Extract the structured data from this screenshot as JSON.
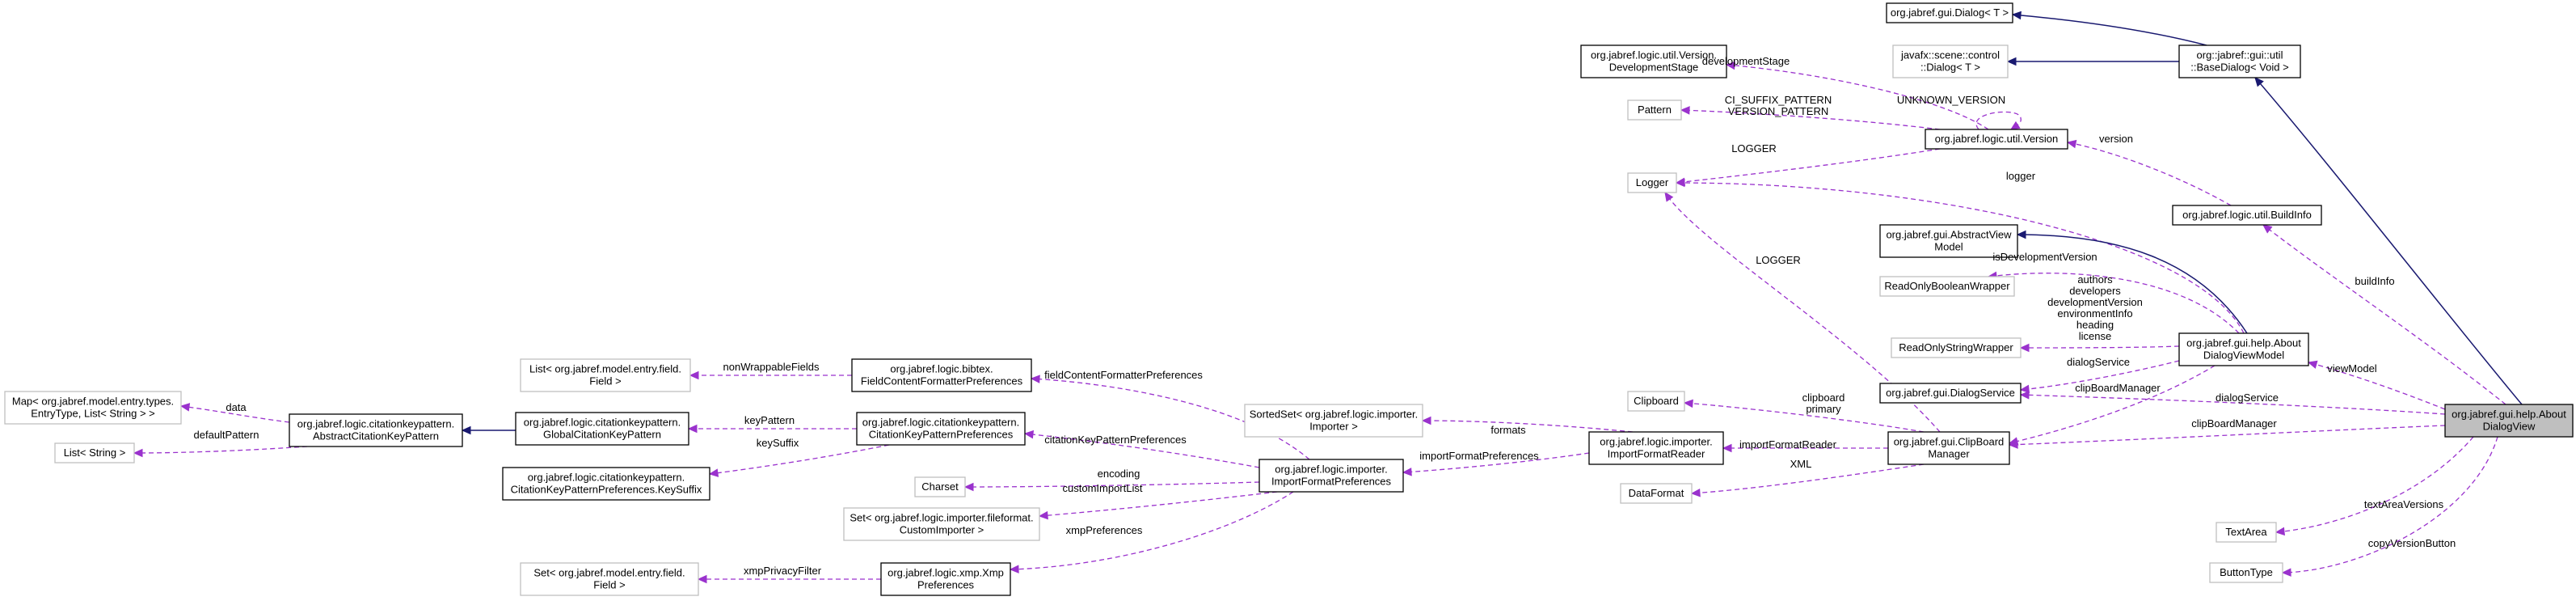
{
  "diagram": {
    "nodes": [
      {
        "id": "dialog_t",
        "lines": [
          "org.jabref.gui.Dialog< T >"
        ],
        "kind": "solid"
      },
      {
        "id": "javafx_dialog",
        "lines": [
          "javafx::scene::control",
          "::Dialog< T >"
        ],
        "kind": "external"
      },
      {
        "id": "base_dialog",
        "lines": [
          "org::jabref::gui::util",
          "::BaseDialog< Void >"
        ],
        "kind": "solid"
      },
      {
        "id": "version_stage",
        "lines": [
          "org.jabref.logic.util.Version.",
          "DevelopmentStage"
        ],
        "kind": "solid"
      },
      {
        "id": "pattern",
        "lines": [
          "Pattern"
        ],
        "kind": "external"
      },
      {
        "id": "version",
        "lines": [
          "org.jabref.logic.util.Version"
        ],
        "kind": "solid"
      },
      {
        "id": "logger",
        "lines": [
          "Logger"
        ],
        "kind": "external"
      },
      {
        "id": "build_info",
        "lines": [
          "org.jabref.logic.util.BuildInfo"
        ],
        "kind": "solid"
      },
      {
        "id": "abstract_view_model",
        "lines": [
          "org.jabref.gui.AbstractView",
          "Model"
        ],
        "kind": "solid"
      },
      {
        "id": "ro_boolean",
        "lines": [
          "ReadOnlyBooleanWrapper"
        ],
        "kind": "external"
      },
      {
        "id": "ro_string",
        "lines": [
          "ReadOnlyStringWrapper"
        ],
        "kind": "external"
      },
      {
        "id": "about_vm",
        "lines": [
          "org.jabref.gui.help.About",
          "DialogViewModel"
        ],
        "kind": "solid"
      },
      {
        "id": "dialog_service",
        "lines": [
          "org.jabref.gui.DialogService"
        ],
        "kind": "solid"
      },
      {
        "id": "about_view",
        "lines": [
          "org.jabref.gui.help.About",
          "DialogView"
        ],
        "kind": "focus"
      },
      {
        "id": "clipboard",
        "lines": [
          "Clipboard"
        ],
        "kind": "external"
      },
      {
        "id": "clipboard_manager",
        "lines": [
          "org.jabref.gui.ClipBoard",
          "Manager"
        ],
        "kind": "solid"
      },
      {
        "id": "data_format",
        "lines": [
          "DataFormat"
        ],
        "kind": "external"
      },
      {
        "id": "import_format_reader",
        "lines": [
          "org.jabref.logic.importer.",
          "ImportFormatReader"
        ],
        "kind": "solid"
      },
      {
        "id": "sorted_set",
        "lines": [
          "SortedSet< org.jabref.logic.importer.",
          "Importer >"
        ],
        "kind": "external"
      },
      {
        "id": "import_format_prefs",
        "lines": [
          "org.jabref.logic.importer.",
          "ImportFormatPreferences"
        ],
        "kind": "solid"
      },
      {
        "id": "charset",
        "lines": [
          "Charset"
        ],
        "kind": "external"
      },
      {
        "id": "set_custom_importer",
        "lines": [
          "Set< org.jabref.logic.importer.fileformat.",
          "CustomImporter >"
        ],
        "kind": "external"
      },
      {
        "id": "xmp_prefs",
        "lines": [
          "org.jabref.logic.xmp.Xmp",
          "Preferences"
        ],
        "kind": "solid"
      },
      {
        "id": "set_field",
        "lines": [
          "Set< org.jabref.model.entry.field.",
          "Field >"
        ],
        "kind": "external"
      },
      {
        "id": "field_content_prefs",
        "lines": [
          "org.jabref.logic.bibtex.",
          "FieldContentFormatterPreferences"
        ],
        "kind": "solid"
      },
      {
        "id": "list_field",
        "lines": [
          "List< org.jabref.model.entry.field.",
          "Field >"
        ],
        "kind": "external"
      },
      {
        "id": "citation_key_prefs",
        "lines": [
          "org.jabref.logic.citationkeypattern.",
          "CitationKeyPatternPreferences"
        ],
        "kind": "solid"
      },
      {
        "id": "global_citation",
        "lines": [
          "org.jabref.logic.citationkeypattern.",
          "GlobalCitationKeyPattern"
        ],
        "kind": "solid"
      },
      {
        "id": "keysuffix",
        "lines": [
          "org.jabref.logic.citationkeypattern.",
          "CitationKeyPatternPreferences.KeySuffix"
        ],
        "kind": "solid"
      },
      {
        "id": "abstract_citation",
        "lines": [
          "org.jabref.logic.citationkeypattern.",
          "AbstractCitationKeyPattern"
        ],
        "kind": "solid"
      },
      {
        "id": "map_entry",
        "lines": [
          "Map< org.jabref.model.entry.types.",
          "EntryType, List< String > >"
        ],
        "kind": "external"
      },
      {
        "id": "list_string",
        "lines": [
          "List< String >"
        ],
        "kind": "external"
      },
      {
        "id": "textarea",
        "lines": [
          "TextArea"
        ],
        "kind": "external"
      },
      {
        "id": "button_type",
        "lines": [
          "ButtonType"
        ],
        "kind": "external"
      }
    ],
    "edges": [
      {
        "id": "e1",
        "kind": "inherit",
        "labels": []
      },
      {
        "id": "e2",
        "kind": "inherit",
        "labels": []
      },
      {
        "id": "e3",
        "kind": "inherit",
        "labels": []
      },
      {
        "id": "e4",
        "kind": "assoc",
        "labels": [
          "developmentStage"
        ]
      },
      {
        "id": "e5",
        "kind": "assoc",
        "labels": [
          "UNKNOWN_VERSION"
        ]
      },
      {
        "id": "e6",
        "kind": "assoc",
        "labels": [
          "CI_SUFFIX_PATTERN",
          "VERSION_PATTERN"
        ]
      },
      {
        "id": "e7",
        "kind": "assoc",
        "labels": [
          "LOGGER"
        ]
      },
      {
        "id": "e8",
        "kind": "assoc",
        "labels": [
          "version"
        ]
      },
      {
        "id": "e9",
        "kind": "assoc",
        "labels": [
          "logger"
        ]
      },
      {
        "id": "e10",
        "kind": "assoc",
        "labels": [
          "LOGGER"
        ]
      },
      {
        "id": "e11",
        "kind": "inherit",
        "labels": []
      },
      {
        "id": "e12",
        "kind": "assoc",
        "labels": [
          "isDevelopmentVersion"
        ]
      },
      {
        "id": "e13",
        "kind": "assoc",
        "labels": [
          "authors",
          "developers",
          "developmentVersion",
          "environmentInfo",
          "heading",
          "license"
        ]
      },
      {
        "id": "e14",
        "kind": "assoc",
        "labels": [
          "dialogService"
        ]
      },
      {
        "id": "e15",
        "kind": "assoc",
        "labels": [
          "buildInfo"
        ]
      },
      {
        "id": "e16",
        "kind": "assoc",
        "labels": [
          "viewModel"
        ]
      },
      {
        "id": "e17",
        "kind": "assoc",
        "labels": [
          "clipBoardManager"
        ]
      },
      {
        "id": "e18",
        "kind": "assoc",
        "labels": [
          "dialogService"
        ]
      },
      {
        "id": "e19",
        "kind": "assoc",
        "labels": [
          "clipBoardManager"
        ]
      },
      {
        "id": "e20",
        "kind": "assoc",
        "labels": [
          "clipboard",
          "primary"
        ]
      },
      {
        "id": "e21",
        "kind": "assoc",
        "labels": [
          "XML"
        ]
      },
      {
        "id": "e22",
        "kind": "assoc",
        "labels": [
          "importFormatReader"
        ]
      },
      {
        "id": "e23",
        "kind": "assoc",
        "labels": [
          "formats"
        ]
      },
      {
        "id": "e24",
        "kind": "assoc",
        "labels": [
          "importFormatPreferences"
        ]
      },
      {
        "id": "e25",
        "kind": "assoc",
        "labels": [
          "fieldContentFormatterPreferences"
        ]
      },
      {
        "id": "e26",
        "kind": "assoc",
        "labels": [
          "citationKeyPatternPreferences"
        ]
      },
      {
        "id": "e27",
        "kind": "assoc",
        "labels": [
          "encoding"
        ]
      },
      {
        "id": "e28",
        "kind": "assoc",
        "labels": [
          "customImportList"
        ]
      },
      {
        "id": "e29",
        "kind": "assoc",
        "labels": [
          "xmpPreferences"
        ]
      },
      {
        "id": "e30",
        "kind": "assoc",
        "labels": [
          "xmpPrivacyFilter"
        ]
      },
      {
        "id": "e31",
        "kind": "assoc",
        "labels": [
          "nonWrappableFields"
        ]
      },
      {
        "id": "e32",
        "kind": "assoc",
        "labels": [
          "keyPattern"
        ]
      },
      {
        "id": "e33",
        "kind": "assoc",
        "labels": [
          "keySuffix"
        ]
      },
      {
        "id": "e34",
        "kind": "inherit",
        "labels": []
      },
      {
        "id": "e35",
        "kind": "assoc",
        "labels": [
          "data"
        ]
      },
      {
        "id": "e36",
        "kind": "assoc",
        "labels": [
          "defaultPattern"
        ]
      },
      {
        "id": "e37",
        "kind": "assoc",
        "labels": [
          "textAreaVersions"
        ]
      },
      {
        "id": "e38",
        "kind": "assoc",
        "labels": [
          "copyVersionButton"
        ]
      }
    ]
  }
}
